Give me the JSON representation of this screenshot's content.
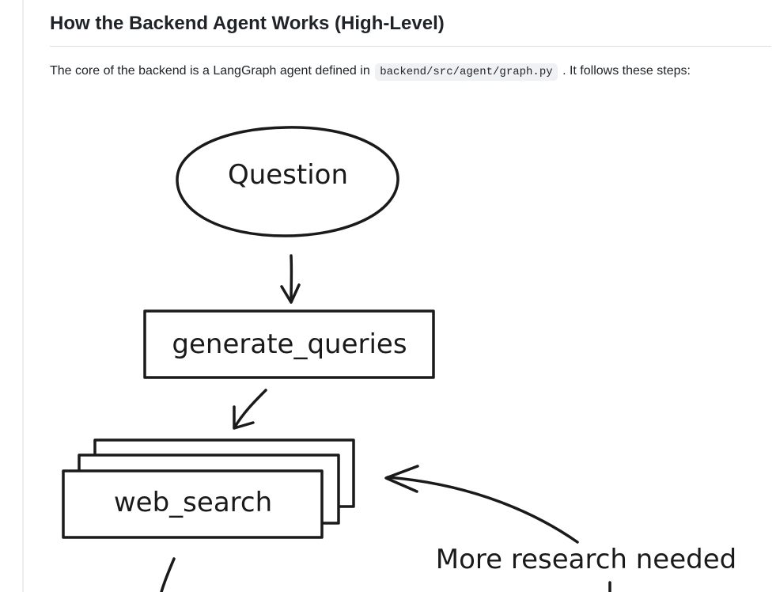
{
  "section": {
    "heading": "How the Backend Agent Works (High-Level)",
    "intro_before": "The core of the backend is a LangGraph agent defined in",
    "intro_code": "backend/src/agent/graph.py",
    "intro_after": ". It follows these steps:"
  },
  "diagram": {
    "question_label": "Question",
    "generate_queries_label": "generate_queries",
    "web_search_label": "web_search",
    "more_research_label": "More research needed"
  }
}
